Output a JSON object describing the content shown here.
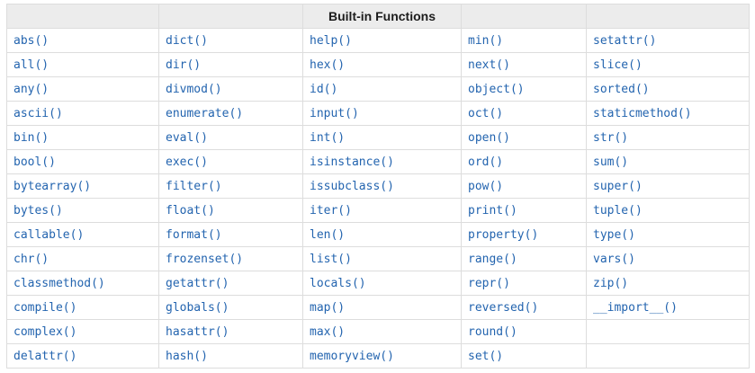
{
  "colors": {
    "link": "#2364af",
    "header_background": "#ececec",
    "border": "#dddddd",
    "header_text": "#1c1c1c",
    "page_background": "#ffffff"
  },
  "table": {
    "title": "Built-in Functions",
    "column_count": 5,
    "rows": [
      [
        "abs()",
        "dict()",
        "help()",
        "min()",
        "setattr()"
      ],
      [
        "all()",
        "dir()",
        "hex()",
        "next()",
        "slice()"
      ],
      [
        "any()",
        "divmod()",
        "id()",
        "object()",
        "sorted()"
      ],
      [
        "ascii()",
        "enumerate()",
        "input()",
        "oct()",
        "staticmethod()"
      ],
      [
        "bin()",
        "eval()",
        "int()",
        "open()",
        "str()"
      ],
      [
        "bool()",
        "exec()",
        "isinstance()",
        "ord()",
        "sum()"
      ],
      [
        "bytearray()",
        "filter()",
        "issubclass()",
        "pow()",
        "super()"
      ],
      [
        "bytes()",
        "float()",
        "iter()",
        "print()",
        "tuple()"
      ],
      [
        "callable()",
        "format()",
        "len()",
        "property()",
        "type()"
      ],
      [
        "chr()",
        "frozenset()",
        "list()",
        "range()",
        "vars()"
      ],
      [
        "classmethod()",
        "getattr()",
        "locals()",
        "repr()",
        "zip()"
      ],
      [
        "compile()",
        "globals()",
        "map()",
        "reversed()",
        "__import__()"
      ],
      [
        "complex()",
        "hasattr()",
        "max()",
        "round()",
        ""
      ],
      [
        "delattr()",
        "hash()",
        "memoryview()",
        "set()",
        ""
      ]
    ]
  }
}
